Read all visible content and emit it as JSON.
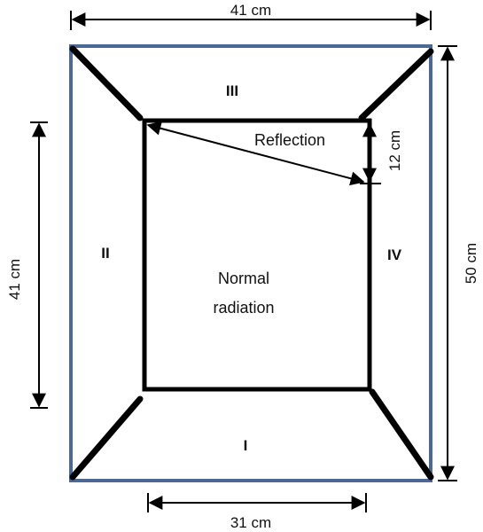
{
  "dimensions": {
    "top_width": "41 cm",
    "left_height": "41 cm",
    "right_height": "50 cm",
    "bottom_width": "31 cm",
    "reflection_offset": "12 cm"
  },
  "regions": {
    "top": "III",
    "left": "II",
    "right": "IV",
    "bottom": "I"
  },
  "labels": {
    "reflection": "Reflection",
    "normal_line1": "Normal",
    "normal_line2": "radiation"
  },
  "colors": {
    "outer_frame": "#4a6a95",
    "inner_frame": "#000000"
  }
}
